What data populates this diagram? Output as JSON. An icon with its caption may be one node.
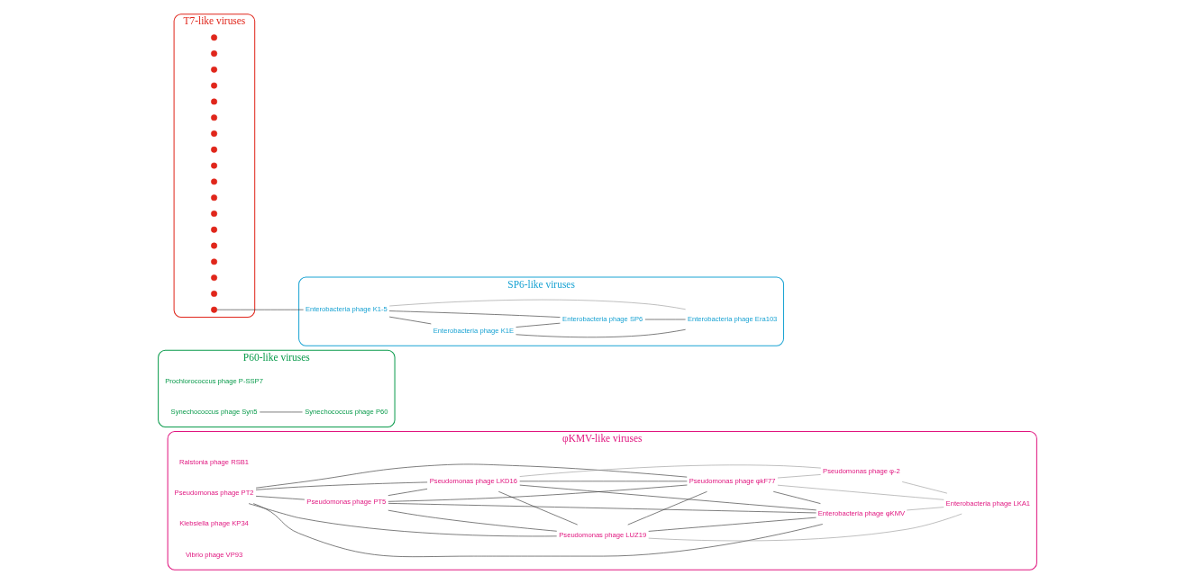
{
  "diagram": {
    "nodes": [
      {
        "text": [
          "φKMV-like viruses"
        ]
      },
      {
        "text": [
          "Ralstonia phage RSB1"
        ],
        "in": 0
      },
      {
        "text": [
          "Pseudomonas phage PT2"
        ],
        "in": 0
      },
      {
        "text": [
          "Pseudomonas phage PT5"
        ],
        "in": 0
      },
      {
        "text": [
          "Pseudomonas phage LKD16"
        ],
        "in": 0
      },
      {
        "text": [
          "Pseudomonas phage LUZ19"
        ],
        "in": 0
      },
      {
        "text": [
          "Pseudomonas phage φkF77"
        ],
        "in": 0
      },
      {
        "text": [
          "Enterobacteria phage φKMV"
        ],
        "in": 0
      },
      {
        "text": [
          "Pseudomonas phage φ-2"
        ],
        "in": 0
      },
      {
        "text": [
          "Enterobacteria phage LKA1"
        ],
        "in": 0
      },
      {
        "text": [
          "Klebsiella phage KP34"
        ],
        "in": 0
      },
      {
        "text": [
          "Vibrio phage VP93"
        ],
        "in": 0
      },
      {
        "text": [
          "P60-like viruses"
        ]
      },
      {
        "text": [
          "Prochlorococcus phage P-SSP7"
        ],
        "in": 12
      },
      {
        "text": [
          "Synechococcus phage Syn5"
        ],
        "in": 12
      },
      {
        "text": [
          "Synechococcus phage P60"
        ],
        "in": 12
      },
      {
        "text": [
          "T7-like viruses"
        ]
      },
      {
        "text": [],
        "shape": "circle",
        "in": 16
      },
      {
        "text": [],
        "shape": "circle",
        "in": 16
      },
      {
        "text": [],
        "shape": "circle",
        "in": 16
      },
      {
        "text": [],
        "shape": "circle",
        "in": 16
      },
      {
        "text": [],
        "shape": "circle",
        "in": 16
      },
      {
        "text": [],
        "shape": "circle",
        "in": 16
      },
      {
        "text": [],
        "shape": "circle",
        "in": 16
      },
      {
        "text": [],
        "shape": "circle",
        "in": 16
      },
      {
        "text": [],
        "shape": "circle",
        "in": 16
      },
      {
        "text": [],
        "shape": "circle",
        "in": 16
      },
      {
        "text": [],
        "shape": "circle",
        "in": 16
      },
      {
        "text": [],
        "shape": "circle",
        "in": 16
      },
      {
        "text": [],
        "shape": "circle",
        "in": 16
      },
      {
        "text": [],
        "shape": "circle",
        "in": 16
      },
      {
        "text": [],
        "shape": "circle",
        "in": 16
      },
      {
        "text": [],
        "shape": "circle",
        "in": 16
      },
      {
        "text": [],
        "shape": "circle",
        "in": 16
      },
      {
        "text": [],
        "shape": "circle",
        "in": 16
      },
      {
        "text": [
          "SP6-like viruses"
        ]
      },
      {
        "text": [
          "Enterobacteria phage K1-5"
        ],
        "in": 35
      },
      {
        "text": [
          "Enterobacteria phage K1E"
        ],
        "in": 35
      },
      {
        "text": [
          "Enterobacteria phage SP6"
        ],
        "in": 35
      },
      {
        "text": [
          "Enterobacteria phage Era103"
        ],
        "in": 35
      }
    ],
    "edges": [
      {
        "from": 2,
        "to": 3,
        "arrow": "none"
      },
      {
        "from": 2,
        "to": 4,
        "arrow": "none"
      },
      {
        "from": 2,
        "to": 5,
        "arrow": "none"
      },
      {
        "from": 2,
        "to": 6,
        "arrow": "none"
      },
      {
        "from": 2,
        "to": 7,
        "arrow": "none"
      },
      {
        "from": 3,
        "to": 4,
        "arrow": "none"
      },
      {
        "from": 3,
        "to": 5,
        "arrow": "none"
      },
      {
        "from": 3,
        "to": 6,
        "arrow": "none"
      },
      {
        "from": 3,
        "to": 7,
        "arrow": "none"
      },
      {
        "from": 4,
        "to": 5,
        "arrow": "none"
      },
      {
        "from": 4,
        "to": 6,
        "arrow": "none"
      },
      {
        "from": 4,
        "to": 7,
        "arrow": "none"
      },
      {
        "from": 5,
        "to": 6,
        "arrow": "none"
      },
      {
        "from": 5,
        "to": 7,
        "arrow": "none"
      },
      {
        "from": 6,
        "to": 7,
        "arrow": "none"
      },
      {
        "from": 6,
        "to": 9,
        "arrow": "none",
        "color": "#999999"
      },
      {
        "from": 7,
        "to": 9,
        "arrow": "none",
        "color": "#999999"
      },
      {
        "from": 5,
        "to": 9,
        "arrow": "none",
        "color": "#999999"
      },
      {
        "from": 8,
        "to": 9,
        "arrow": "none",
        "color": "#999999"
      },
      {
        "from": 4,
        "to": 8,
        "arrow": "none",
        "color": "#999999"
      },
      {
        "from": 6,
        "to": 8,
        "arrow": "none",
        "color": "#999999"
      },
      {
        "from": 14,
        "to": 15,
        "arrow": "none"
      },
      {
        "from": 34,
        "to": 36,
        "arrow": "none"
      },
      {
        "from": 36,
        "to": 37,
        "arrow": "none"
      },
      {
        "from": 36,
        "to": 38,
        "arrow": "none"
      },
      {
        "from": 36,
        "to": 39,
        "arrow": "none",
        "color": "#999999"
      },
      {
        "from": 37,
        "to": 38,
        "arrow": "none"
      },
      {
        "from": 37,
        "to": 39,
        "arrow": "none"
      },
      {
        "from": 38,
        "to": 39,
        "arrow": "none"
      }
    ]
  }
}
